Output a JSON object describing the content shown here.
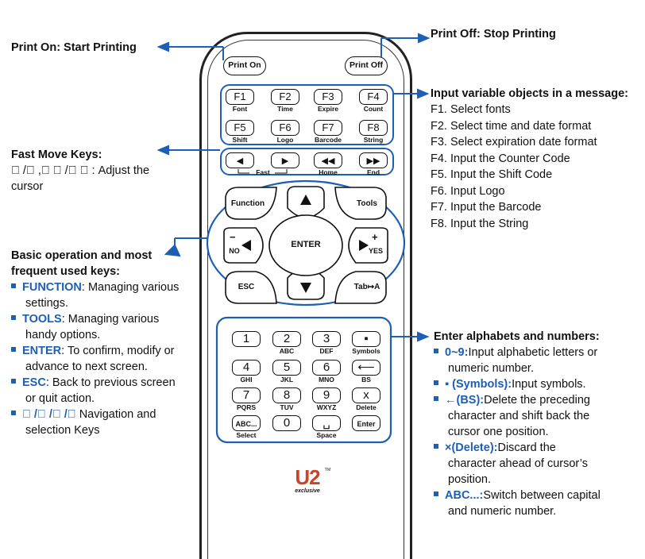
{
  "callouts": {
    "print_on": {
      "key": "Print On:",
      "rest": " Start Printing"
    },
    "print_off": {
      "key": "Print Off:",
      "rest": " Stop Printing"
    },
    "fast_move": {
      "title": "Fast Move Keys:",
      "line1": " / ,  /  : Adjust the",
      "line2": "cursor"
    },
    "basic": {
      "title1": "Basic operation and most",
      "title2": "frequent used keys:",
      "items": [
        {
          "key": "FUNCTION",
          "text": ": Managing various",
          "cont": "settings."
        },
        {
          "key": "TOOLS",
          "text": ": Managing various",
          "cont": "handy options."
        },
        {
          "key": "ENTER",
          "text": ": To confirm, modify or",
          "cont": "advance to next screen."
        },
        {
          "key": "ESC",
          "text": ": Back to previous screen",
          "cont": "or quit action."
        },
        {
          "key": " / / /",
          "text": " Navigation and",
          "cont": "selection Keys"
        }
      ]
    },
    "variables": {
      "title": "Input variable objects in a message:",
      "items": [
        "F1. Select fonts",
        "F2. Select time and date format",
        "F3. Select expiration date format",
        "F4. Input the Counter Code",
        "F5. Input the Shift Code",
        "F6. Input Logo",
        "F7. Input the Barcode",
        "F8. Input the String"
      ]
    },
    "alpha": {
      "title": "Enter alphabets and numbers:",
      "items": [
        {
          "key": "0~9:",
          "text": "Input alphabetic letters or",
          "cont": "numeric number."
        },
        {
          "key": "▪ (Symbols):",
          "text": "Input symbols.",
          "cont": ""
        },
        {
          "key": "←(BS):",
          "text": "Delete the preceding",
          "cont": "character and shift back the",
          "cont2": "cursor one position."
        },
        {
          "key": "×(Delete):",
          "text": "Discard the",
          "cont": "character ahead of cursor’s",
          "cont2": "position."
        },
        {
          "key": "ABC...:",
          "text": "Switch between capital",
          "cont": "and numeric number."
        }
      ]
    }
  },
  "remote": {
    "print_on": "Print On",
    "print_off": "Print Off",
    "fkeys": [
      {
        "label": "F1",
        "sub": "Font"
      },
      {
        "label": "F2",
        "sub": "Time"
      },
      {
        "label": "F3",
        "sub": "Expire"
      },
      {
        "label": "F4",
        "sub": "Count"
      },
      {
        "label": "F5",
        "sub": "Shift"
      },
      {
        "label": "F6",
        "sub": "Logo"
      },
      {
        "label": "F7",
        "sub": "Barcode"
      },
      {
        "label": "F8",
        "sub": "String"
      }
    ],
    "fast_labels": {
      "fast": "Fast",
      "home": "Home",
      "end": "End"
    },
    "nav": {
      "function": "Function",
      "tools": "Tools",
      "esc": "ESC",
      "tab": "Tab↦A",
      "enter": "ENTER",
      "no": "NO",
      "yes": "YES"
    },
    "keypad": [
      {
        "label": "1",
        "sub": ""
      },
      {
        "label": "2",
        "sub": "ABC"
      },
      {
        "label": "3",
        "sub": "DEF"
      },
      {
        "label": "▪",
        "sub": "Symbols"
      },
      {
        "label": "4",
        "sub": "GHI"
      },
      {
        "label": "5",
        "sub": "JKL"
      },
      {
        "label": "6",
        "sub": "MNO"
      },
      {
        "label": "⟵",
        "sub": "BS"
      },
      {
        "label": "7",
        "sub": "PQRS"
      },
      {
        "label": "8",
        "sub": "TUV"
      },
      {
        "label": "9",
        "sub": "WXYZ"
      },
      {
        "label": "x",
        "sub": "Delete"
      },
      {
        "label": "ABC...",
        "sub": "Select"
      },
      {
        "label": "0",
        "sub": ""
      },
      {
        "label": "␣",
        "sub": "Space"
      },
      {
        "label": "Enter",
        "sub": ""
      }
    ],
    "logo": "U2",
    "logo_sub": "exclusive",
    "tm": "TM"
  },
  "colors": {
    "accent": "#1e5fb4"
  }
}
